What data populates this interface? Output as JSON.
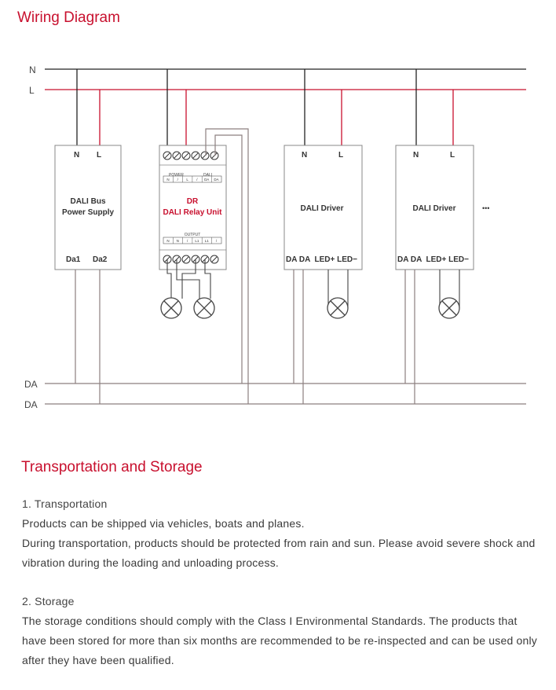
{
  "titles": {
    "wiring": "Wiring Diagram",
    "transport": "Transportation and Storage"
  },
  "colors": {
    "accent": "#c8102e",
    "neutral_line": "#222222",
    "da_line": "#8c7f7f",
    "text": "#3a3a3a"
  },
  "diagram": {
    "bus_labels": {
      "n": "N",
      "l": "L",
      "da1": "DA",
      "da2": "DA"
    },
    "power_supply": {
      "n": "N",
      "l": "L",
      "line1": "DALI Bus",
      "line2": "Power Supply",
      "da1": "Da1",
      "da2": "Da2"
    },
    "relay": {
      "model": "DR",
      "name": "DALI Relay Unit",
      "power_label": "POWER",
      "dali_label": "DALI",
      "top_terms": [
        "N",
        "/",
        "L",
        "/",
        "DA",
        "DA"
      ],
      "output_label": "OUTPUT",
      "bottom_terms": [
        "N",
        "N",
        "/",
        "L1",
        "L1",
        "/"
      ]
    },
    "driver1": {
      "n": "N",
      "l": "L",
      "name": "DALI Driver",
      "terms": "DA DA  LED+ LED−"
    },
    "driver2": {
      "n": "N",
      "l": "L",
      "name": "DALI Driver",
      "terms": "DA DA  LED+ LED−"
    },
    "ellipsis": "•••"
  },
  "transport": {
    "heading": "1. Transportation",
    "line1": "Products can be shipped via vehicles, boats and planes.",
    "line2": "During transportation, products should be protected from rain and sun. Please avoid severe shock and vibration during the loading and unloading process."
  },
  "storage": {
    "heading": "2. Storage",
    "line1": "The storage conditions should comply with the Class I Environmental Standards. The products that have been stored for more than six months are recommended to be re-inspected and can be used only after they have been qualified."
  }
}
